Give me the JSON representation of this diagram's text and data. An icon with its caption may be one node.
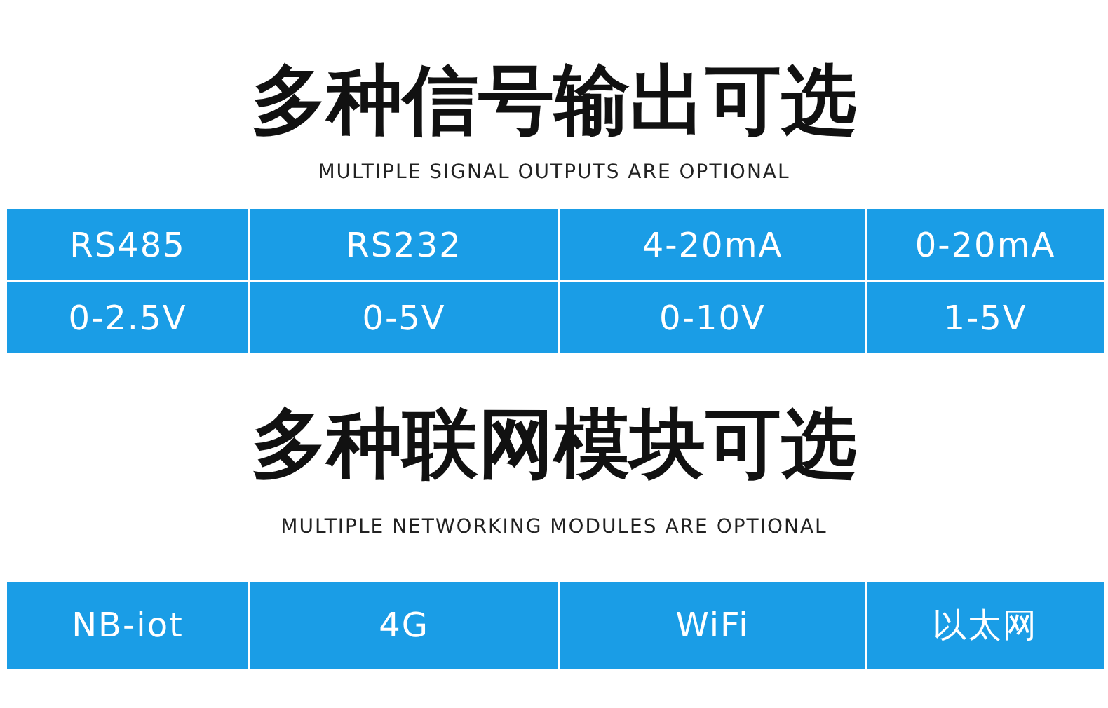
{
  "diagram": {
    "labels": [
      "多种信号输出可选",
      "MULTIPLE SIGNAL OUTPUTS ARE OPTIONAL",
      "RS485",
      "RS232",
      "4-20mA",
      "0-20mA",
      "0-2.5V",
      "0-5V",
      "0-10V",
      "1-5V",
      "多种联网模块可选",
      "MULTIPLE NETWORKING MODULES ARE OPTIONAL",
      "NB-iot",
      "4G",
      "WiFi",
      "以太网"
    ]
  }
}
